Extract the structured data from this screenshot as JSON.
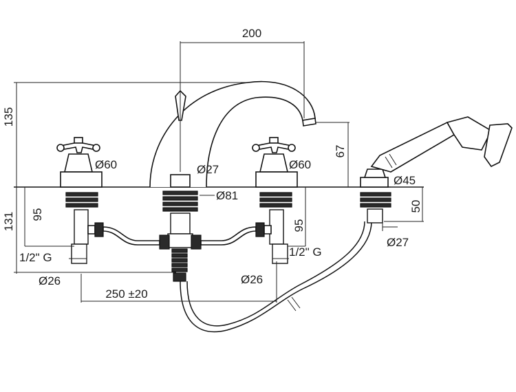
{
  "drawing": {
    "dimensions": {
      "spout_reach": "200",
      "total_height": "135",
      "below_deck_total": "131",
      "spout_outlet_height": "67",
      "left_tail_length": "95",
      "right_tail_length": "95",
      "shower_holder_height": "50",
      "tap_spacing": "250 ±20",
      "left_handle_diameter": "Ø60",
      "right_handle_diameter": "Ø60",
      "spout_neck_diameter": "Ø27",
      "spout_base_diameter": "Ø81",
      "shower_holder_diameter": "Ø45",
      "shower_tail_diameter": "Ø27",
      "left_tail_diameter": "Ø26",
      "right_tail_diameter": "Ø26",
      "left_connection": "1/2\" G",
      "right_connection": "1/2\" G"
    }
  }
}
